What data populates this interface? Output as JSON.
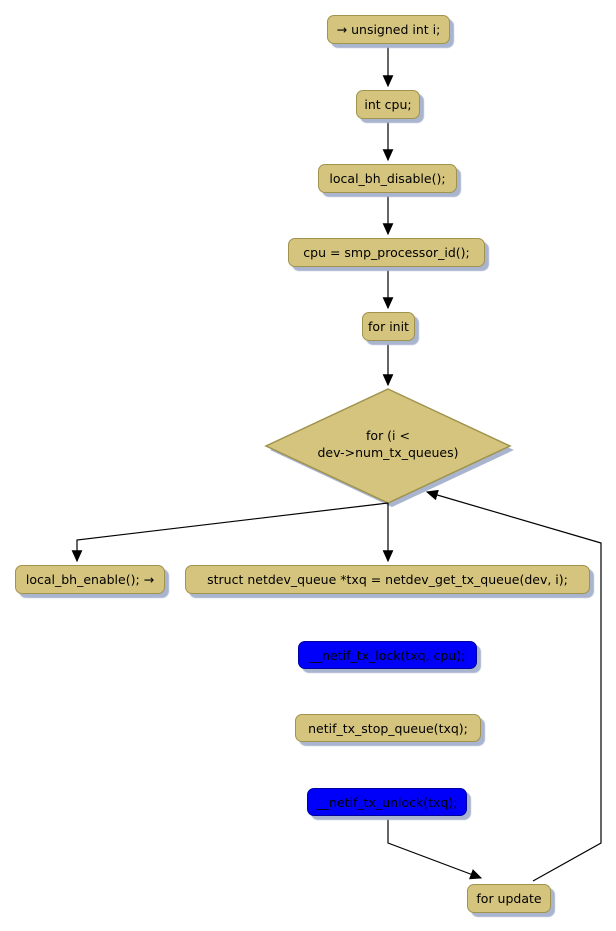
{
  "diagram": {
    "type": "activity-flowchart",
    "colors": {
      "background": "#ffffff",
      "node_fill": "#d5c47e",
      "node_border": "#9f934e",
      "highlight_fill": "#0000fa",
      "highlight_border": "#0000a0",
      "shadow": "#a9b4ce",
      "text": "#000000",
      "edge": "#000000"
    },
    "nodes": [
      {
        "id": "declare-i",
        "label": "→ unsigned int i;"
      },
      {
        "id": "declare-cpu",
        "label": "int cpu;"
      },
      {
        "id": "local-bh-disable",
        "label": "local_bh_disable();"
      },
      {
        "id": "cpu-assign",
        "label": "cpu = smp_processor_id();"
      },
      {
        "id": "for-init",
        "label": "for init"
      },
      {
        "id": "loop-condition",
        "label_line1": "for (i <",
        "label_line2": "dev->num_tx_queues)"
      },
      {
        "id": "local-bh-enable",
        "label": "local_bh_enable(); →"
      },
      {
        "id": "get-tx-queue",
        "label": "struct netdev_queue *txq = netdev_get_tx_queue(dev, i);"
      },
      {
        "id": "netif-tx-lock",
        "label": "__netif_tx_lock(txq, cpu);",
        "highlighted": true
      },
      {
        "id": "netif-tx-stop-queue",
        "label": "netif_tx_stop_queue(txq);"
      },
      {
        "id": "netif-tx-unlock",
        "label": "__netif_tx_unlock(txq);",
        "highlighted": true
      },
      {
        "id": "for-update",
        "label": "for update"
      }
    ]
  }
}
